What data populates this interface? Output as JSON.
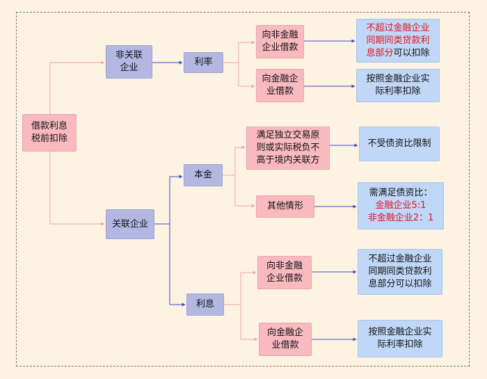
{
  "colors": {
    "background": "#fdf3e3",
    "pink_box": "#f8b9bf",
    "purple_box": "#b3b7e2",
    "blue_box": "#c0d7f7",
    "pink_line": "#f4a5ad",
    "blue_line": "#3b4bbf",
    "highlight_text": "#e3141c"
  },
  "root": {
    "line1": "借款利息",
    "line2": "税前扣除"
  },
  "non_related": {
    "label_line1": "非关联",
    "label_line2": "企业",
    "rate_label": "利率",
    "nonfinancial": {
      "line1": "向非金融",
      "line2": "企业借款",
      "result": {
        "line1": "不超过金融企业",
        "line2": "同期同类贷款利",
        "line3_red": "息部分",
        "line3_normal": "可以扣除"
      }
    },
    "financial": {
      "line1": "向金融企",
      "line2": "业借款",
      "result": {
        "line1": "按照金融企业实",
        "line2": "际利率扣除"
      }
    }
  },
  "related": {
    "label": "关联企业",
    "principal": {
      "label": "本金",
      "arm_length": {
        "line1": "满足独立交易原",
        "line2": "则或实际税负不",
        "line3": "高于境内关联方",
        "result": "不受债资比限制"
      },
      "other": {
        "label": "其他情形",
        "result": {
          "line1": "需满足债资比：",
          "line2": "金融企业5:1",
          "line3": "非金融企业2：1"
        }
      }
    },
    "interest": {
      "label": "利息",
      "nonfinancial": {
        "line1": "向非金融",
        "line2": "企业借款",
        "result": {
          "line1": "不超过金融企业",
          "line2": "同期同类贷款利",
          "line3": "息部分可以扣除"
        }
      },
      "financial": {
        "line1": "向金融企",
        "line2": "业借款",
        "result": {
          "line1": "按照金融企业实",
          "line2": "际利率扣除"
        }
      }
    }
  }
}
